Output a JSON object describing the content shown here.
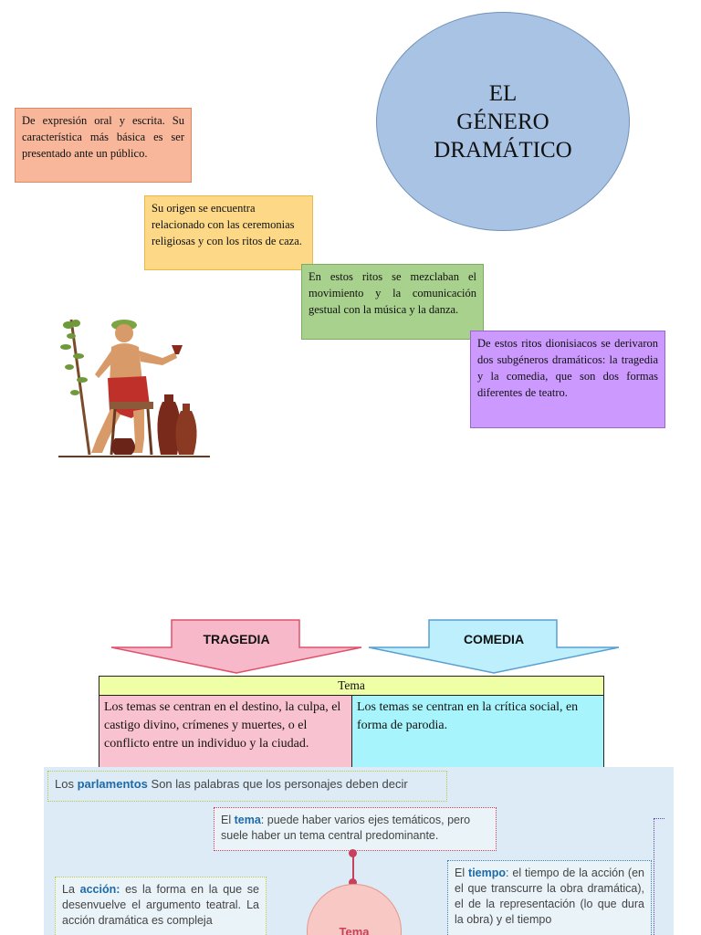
{
  "title": {
    "line1": "EL",
    "line2": "GÉNERO",
    "line3": "DRAMÁTICO"
  },
  "notes": {
    "n1": "De expresión oral y escrita. Su característica más básica es ser presentado ante un público.",
    "n2": "Su origen se encuentra relacionado con las ceremonias religiosas y con los ritos de caza.",
    "n3": "En estos ritos se mezclaban el movimiento y la comunicación gestual con la música y la danza.",
    "n4": "De estos ritos dionisiacos se derivaron dos subgéneros dramáticos: la tragedia y la comedia, que son dos formas diferentes de teatro."
  },
  "colors": {
    "n1": "#f8b79a",
    "n2": "#fdd987",
    "n3": "#a9d18e",
    "n4": "#cc99ff",
    "circle": "#a8c3e3",
    "tragedia": "#f7b9c9",
    "comedia": "#bdeffc",
    "tema_header": "#eeffa6",
    "tragedia_cell": "#f9c2d0",
    "comedia_cell": "#a8f4fc"
  },
  "arrows": {
    "tragedia": "TRAGEDIA",
    "comedia": "COMEDIA"
  },
  "table": {
    "header": "Tema",
    "tragedia": "Los temas se centran en el destino, la culpa, el castigo divino, crímenes y muertes, o el conflicto entre un individuo y la ciudad.",
    "comedia": "Los temas se centran en la crítica social, en forma de parodia."
  },
  "bottom": {
    "parlamentos_pre": "Los",
    "parlamentos_kw": "parlamentos",
    "parlamentos_rest": "Son las palabras que los personajes deben decir",
    "tema_kw": "tema",
    "tema_pre": "El",
    "tema_rest": ": puede haber varios ejes temáticos, pero suele haber un tema central predominante.",
    "accion_pre": "La",
    "accion_kw": "acción:",
    "accion_rest": " es la forma en la que se desenvuelve el argumento teatral. La acción dramática es compleja",
    "tiempo_pre": "El",
    "tiempo_kw": "tiempo",
    "tiempo_rest": ": el tiempo de la acción (en el que transcurre la obra dramática), el de la representación (lo que dura la obra) y el tiempo",
    "center_label": "Tema"
  }
}
